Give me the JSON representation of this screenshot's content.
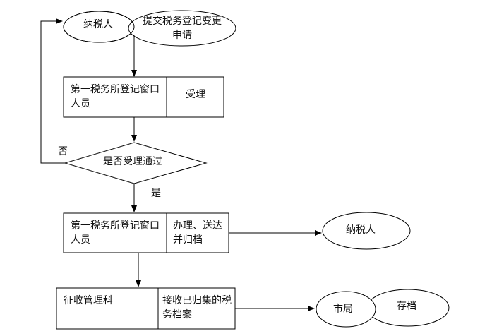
{
  "nodes": {
    "taxpayer_top": "纳税人",
    "submit_request": "提交税务登记变更申请",
    "window_staff_1": "第一税务所登记窗口人员",
    "accept": "受理",
    "decision": "是否受理通过",
    "no_label": "否",
    "yes_label": "是",
    "window_staff_2": "第一税务所登记窗口人员",
    "process_send": "办理、送达并归档",
    "taxpayer_right": "纳税人",
    "collection_section": "征收管理科",
    "receive_archive": "接收已归集的税务档案",
    "city_bureau": "市局",
    "archive": "存档"
  },
  "colors": {
    "stroke": "#000000",
    "fill": "#ffffff",
    "text": "#111111"
  }
}
